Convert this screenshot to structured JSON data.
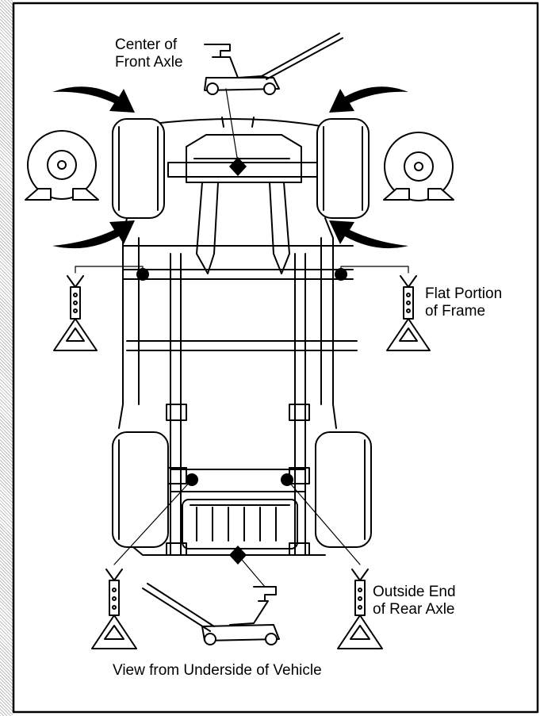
{
  "labels": {
    "front_axle": [
      "Center of",
      "Front Axle"
    ],
    "frame": [
      "Flat Portion",
      "of Frame"
    ],
    "rear_axle": [
      "Outside End",
      "of Rear Axle"
    ],
    "caption": "View from Underside of Vehicle"
  },
  "icons": [
    "floor-jack-icon",
    "jack-stand-icon",
    "wheel-chock-icon",
    "tire-icon",
    "lift-point-marker-icon"
  ]
}
